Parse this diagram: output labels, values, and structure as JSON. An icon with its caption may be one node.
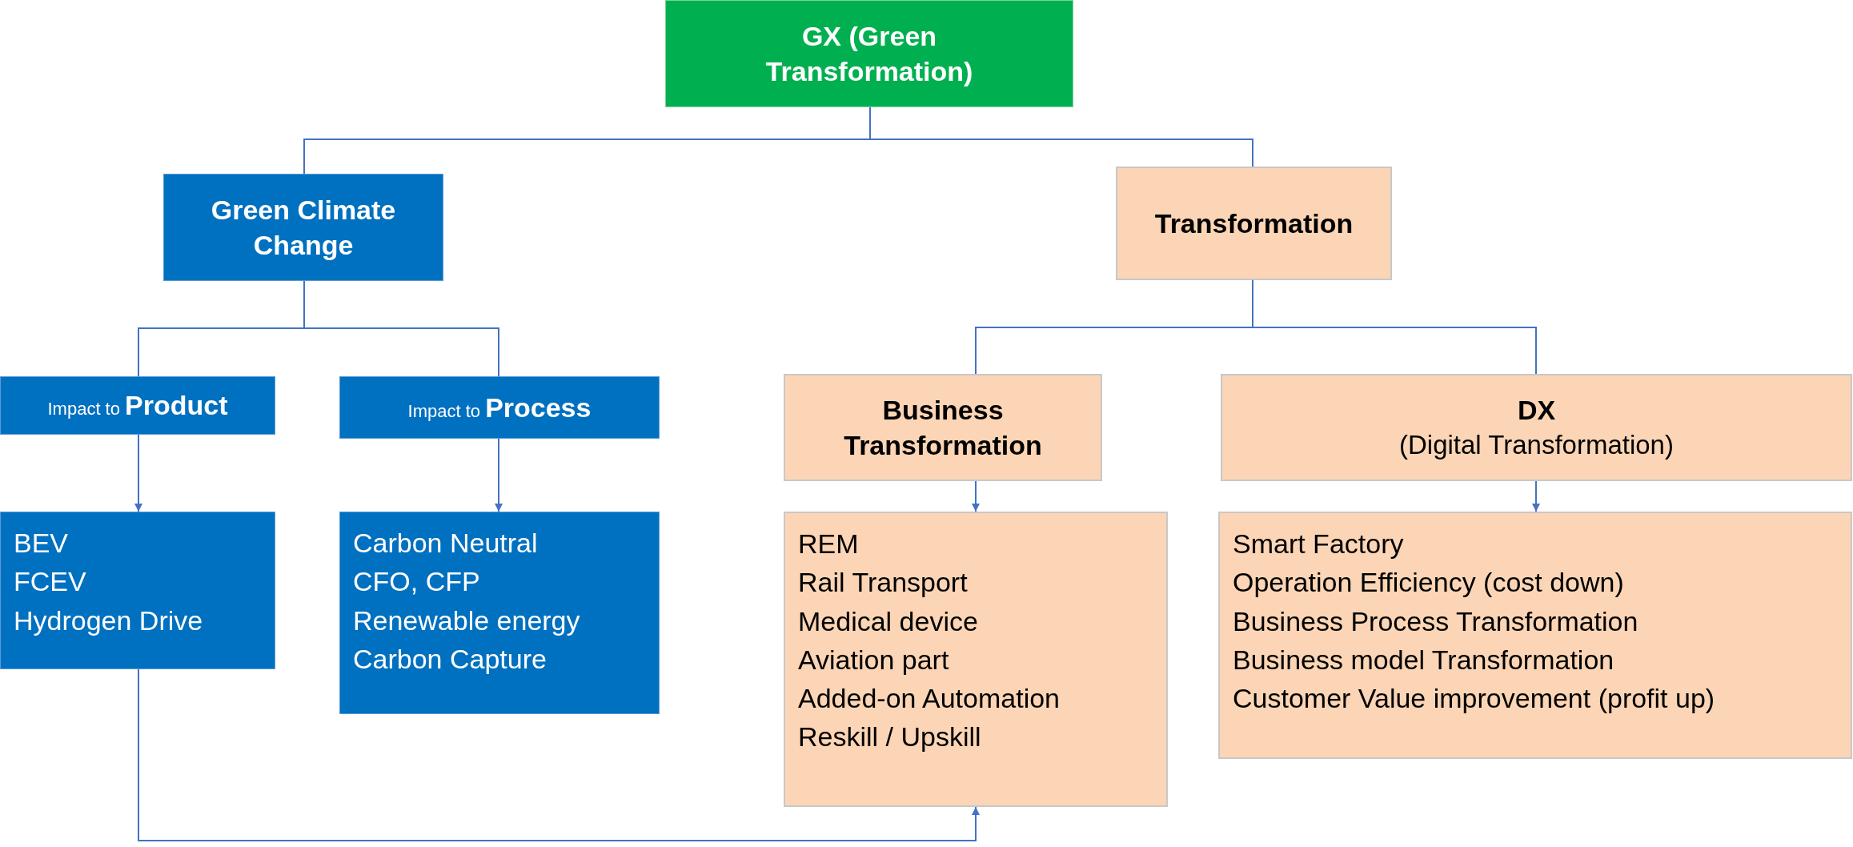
{
  "diagram": {
    "nodes": [
      {
        "text": [
          "GX (Green Transformation)"
        ]
      },
      {
        "text": [
          "Green Climate Change"
        ]
      },
      {
        "text": [
          "Transformation"
        ]
      },
      {
        "text": [
          "Impact to **Product**"
        ]
      },
      {
        "text": [
          "Impact to **Process**"
        ]
      },
      {
        "text": [
          "Business Transformation"
        ]
      },
      {
        "text": [
          "DX",
          "(Digital Transformation)"
        ]
      },
      {
        "text": [
          "BEV",
          "FCEV",
          "Hydrogen Drive"
        ]
      },
      {
        "text": [
          "Carbon Neutral",
          "CFO, CFP",
          "Renewable energy",
          "Carbon Capture"
        ]
      },
      {
        "text": [
          "REM",
          "Rail Transport",
          "Medical device",
          "Aviation part",
          "Added-on Automation",
          "Reskill / Upskill"
        ]
      },
      {
        "text": [
          "Smart Factory",
          "Operation Efficiency (cost down)",
          "Business Process Transformation",
          "Business model Transformation",
          "Customer Value improvement (profit up)"
        ]
      }
    ],
    "edges": [
      {
        "from": 0,
        "to": 1,
        "arrow": "none"
      },
      {
        "from": 0,
        "to": 2,
        "arrow": "none"
      },
      {
        "from": 1,
        "to": 3,
        "arrow": "none"
      },
      {
        "from": 1,
        "to": 4,
        "arrow": "none"
      },
      {
        "from": 2,
        "to": 5,
        "arrow": "none"
      },
      {
        "from": 2,
        "to": 6,
        "arrow": "none"
      },
      {
        "from": 3,
        "to": 7,
        "arrow": "to"
      },
      {
        "from": 4,
        "to": 8,
        "arrow": "to"
      },
      {
        "from": 5,
        "to": 9,
        "arrow": "to"
      },
      {
        "from": 6,
        "to": 10,
        "arrow": "to"
      },
      {
        "from": 7,
        "to": 9,
        "arrow": "to"
      }
    ]
  }
}
